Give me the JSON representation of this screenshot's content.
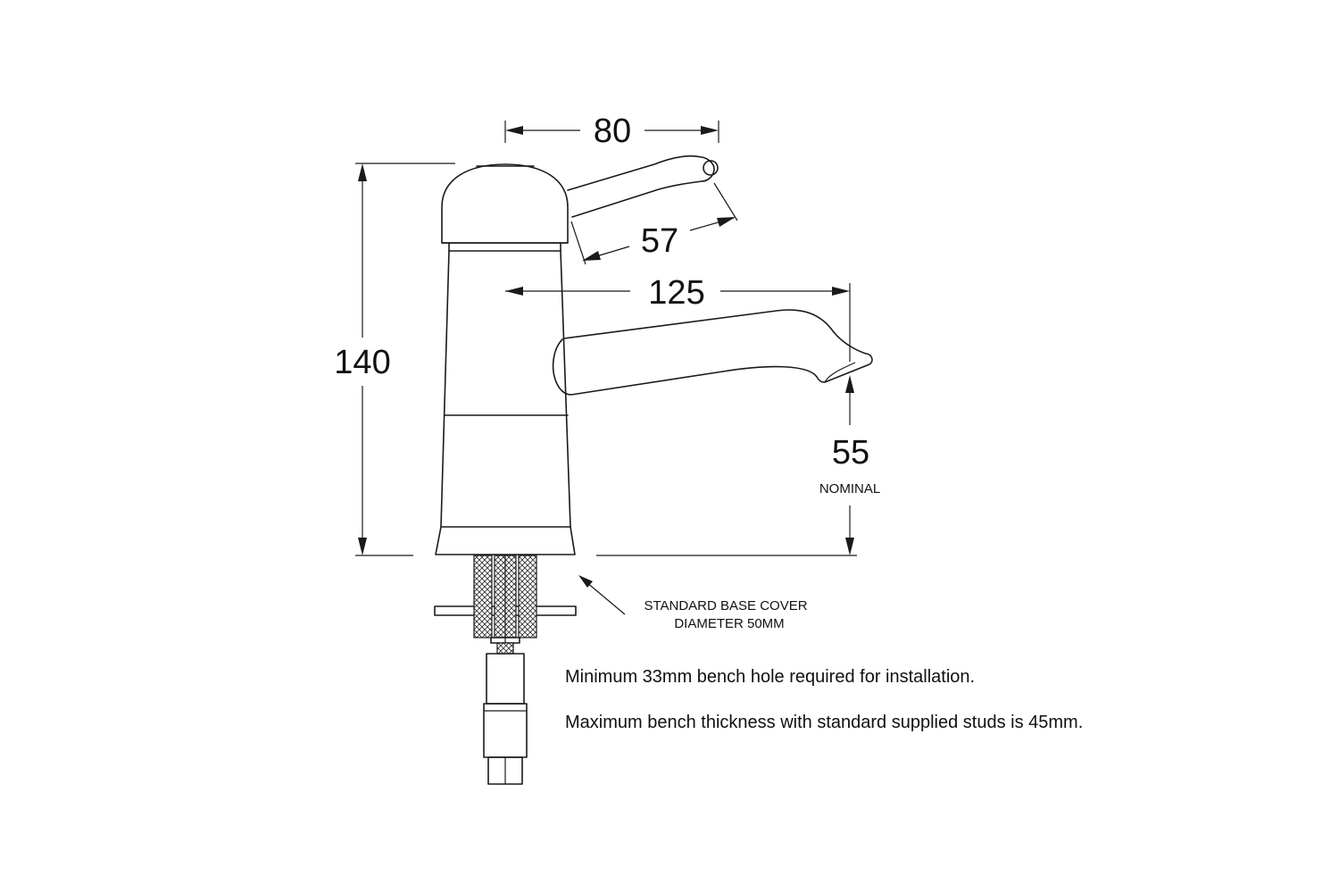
{
  "dimensions": {
    "handle_width": "80",
    "lever_length": "57",
    "spout_reach": "125",
    "overall_height": "140",
    "spout_height": "55",
    "spout_height_note": "NOMINAL"
  },
  "callout": {
    "line1": "STANDARD BASE COVER",
    "line2": "DIAMETER 50MM"
  },
  "notes": {
    "bench_hole": "Minimum 33mm bench hole required for installation.",
    "bench_thickness": "Maximum bench thickness with standard supplied studs is 45mm."
  }
}
